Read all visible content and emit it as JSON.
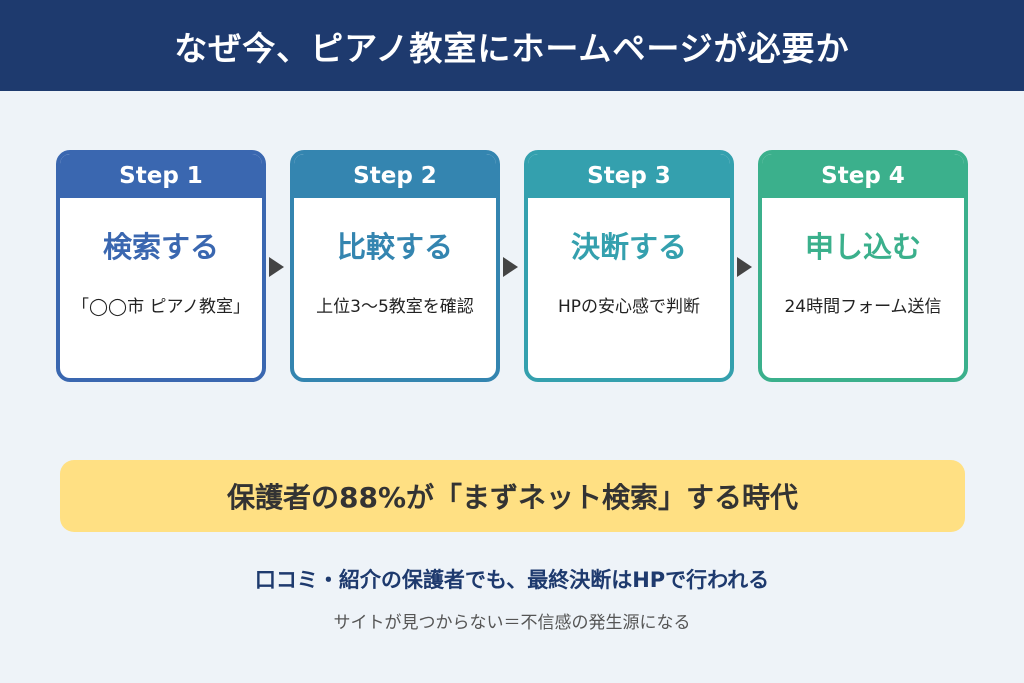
{
  "header": {
    "title": "なぜ今、ピアノ教室にホームページが必要か"
  },
  "steps": [
    {
      "label": "Step 1",
      "title": "検索する",
      "desc": "「◯◯市 ピアノ教室」",
      "color": "#3a67b0"
    },
    {
      "label": "Step 2",
      "title": "比較する",
      "desc": "上位3〜5教室を確認",
      "color": "#3485b0"
    },
    {
      "label": "Step 3",
      "title": "決断する",
      "desc": "HPの安心感で判断",
      "color": "#34a0ae"
    },
    {
      "label": "Step 4",
      "title": "申し込む",
      "desc": "24時間フォーム送信",
      "color": "#3bb08c"
    }
  ],
  "highlight": {
    "text": "保護者の88%が「まずネット検索」する時代",
    "color": "#ffe083"
  },
  "footer": {
    "main": "口コミ・紹介の保護者でも、最終決断はHPで行われる",
    "note": "サイトが見つからない＝不信感の発生源になる"
  }
}
